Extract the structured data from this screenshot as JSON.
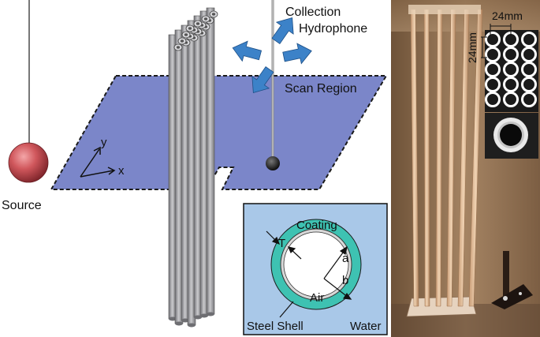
{
  "labels": {
    "collection": "Collection",
    "hydrophone": "Hydrophone",
    "scan_region": "Scan Region",
    "source": "Source",
    "axis_y": "y",
    "axis_x": "x"
  },
  "inset": {
    "coating": "Coating",
    "thickness": "T",
    "a": "a",
    "b": "b",
    "air": "Air",
    "steel_shell": "Steel Shell",
    "water": "Water"
  },
  "photo": {
    "spacing_horizontal": "24mm",
    "spacing_vertical": "24mm"
  },
  "colors": {
    "scan_region": "#7B86C9",
    "water": "#A9C8E8",
    "coating": "#3EC2B2",
    "arrow": "#3C82C8",
    "source_sphere": "#C0454A",
    "rod": "#9A9A9E",
    "photo_bg": "#8C6B4C"
  }
}
